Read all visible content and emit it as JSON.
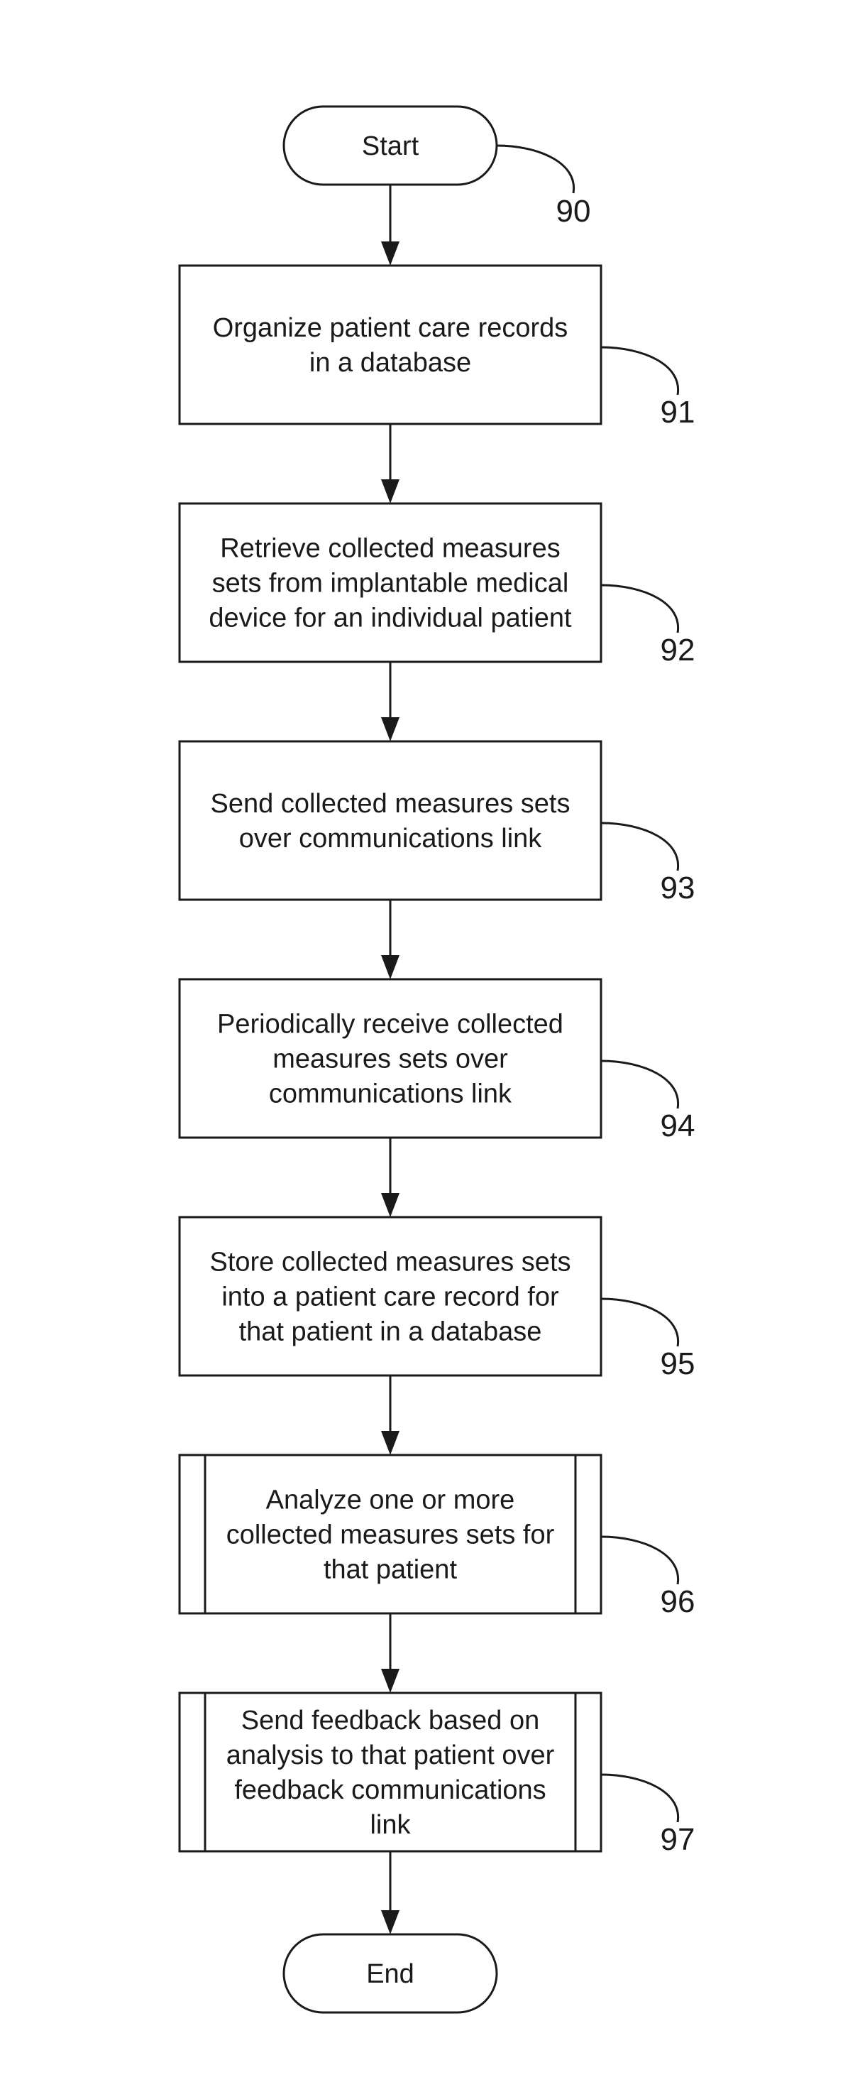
{
  "flowchart": {
    "start": {
      "label": "Start",
      "ref": "90"
    },
    "steps": [
      {
        "ref": "91",
        "lines": [
          "Organize patient care records",
          "in a database"
        ]
      },
      {
        "ref": "92",
        "lines": [
          "Retrieve collected measures",
          "sets from implantable medical",
          "device for an individual patient"
        ]
      },
      {
        "ref": "93",
        "lines": [
          "Send collected measures sets",
          "over communications link"
        ]
      },
      {
        "ref": "94",
        "lines": [
          "Periodically receive collected",
          "measures sets over",
          "communications link"
        ]
      },
      {
        "ref": "95",
        "lines": [
          "Store collected measures sets",
          "into a patient care record for",
          "that patient in a database"
        ]
      },
      {
        "ref": "96",
        "predefined": true,
        "lines": [
          "Analyze one or more",
          "collected measures sets for",
          "that patient"
        ]
      },
      {
        "ref": "97",
        "predefined": true,
        "lines": [
          "Send feedback based on",
          "analysis to that patient over",
          "feedback communications",
          "link"
        ]
      }
    ],
    "end": {
      "label": "End"
    }
  }
}
